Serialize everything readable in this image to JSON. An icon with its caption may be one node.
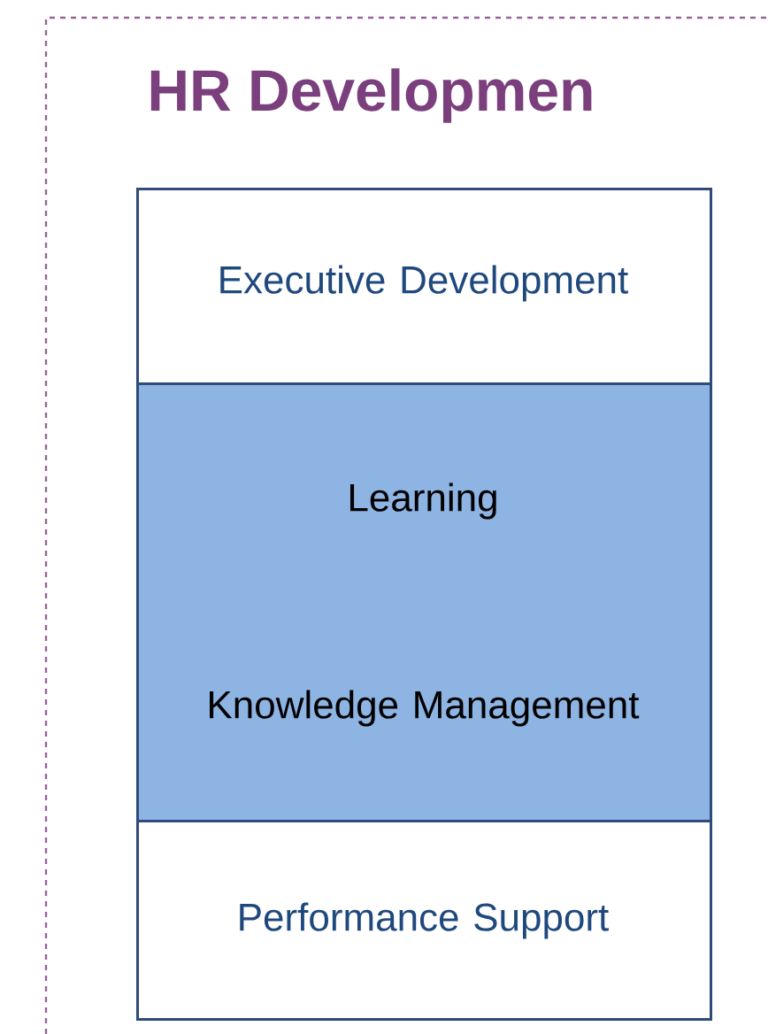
{
  "diagram": {
    "title": "HR Developmen",
    "nodes": [
      {
        "text": [
          "Executive Development"
        ]
      },
      {
        "text": [
          "Learning",
          "Knowledge Management"
        ]
      },
      {
        "text": [
          "Performance Support"
        ]
      }
    ]
  }
}
